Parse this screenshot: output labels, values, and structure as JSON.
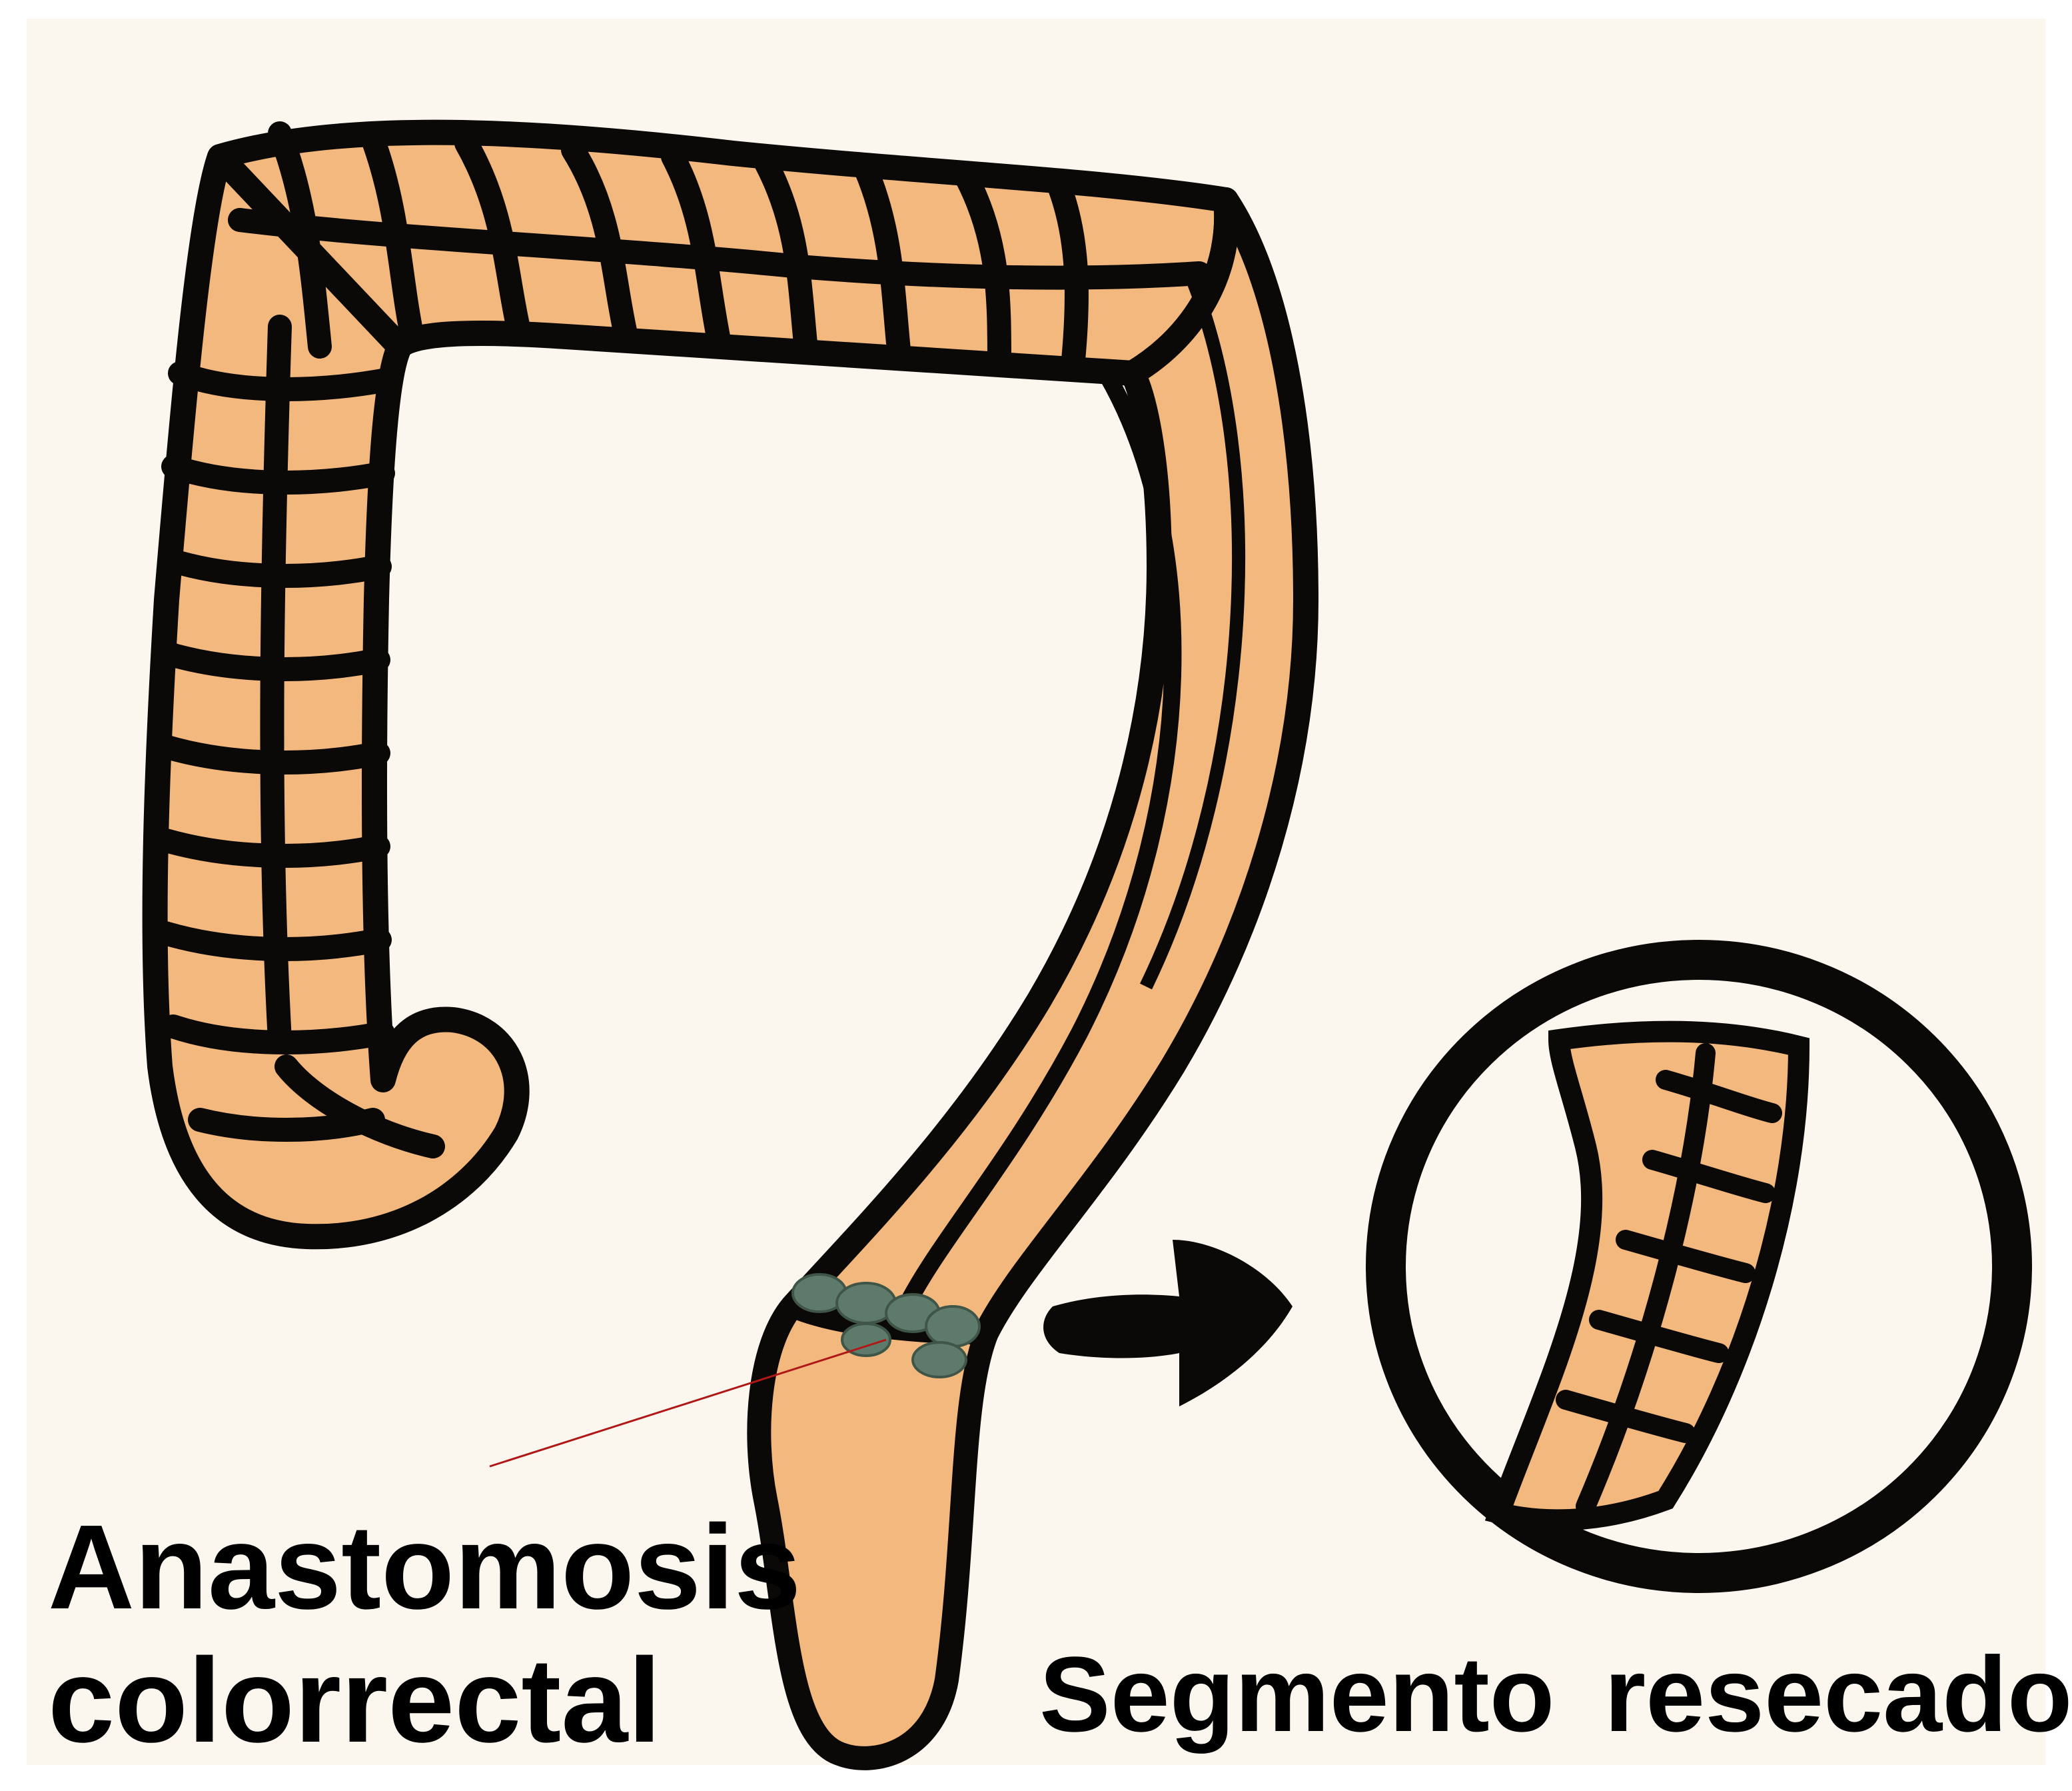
{
  "labels": {
    "anastomosis_line1": "Anastomosis",
    "anastomosis_line2": "colorrectal",
    "resected_segment": "Segmento resecado"
  },
  "colors": {
    "paper": "#fbf7ee",
    "colon_fill": "#f2b87e",
    "outline": "#0b0908",
    "staples": "#5e7a6a",
    "pointer_line": "#b01818",
    "text": "#000000"
  },
  "icons": {
    "arrow": "right-arrow-icon"
  }
}
